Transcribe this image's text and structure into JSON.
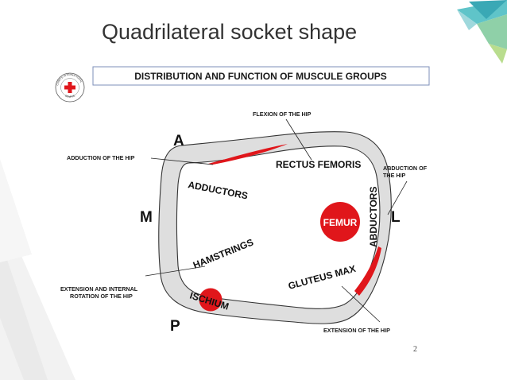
{
  "slide": {
    "title": "Quadrilateral socket  shape",
    "page_number": "2"
  },
  "diagram": {
    "banner": "DISTRIBUTION AND FUNCTION OF MUSCULE GROUPS",
    "logo": {
      "ring_top": "COMITE INTERNATIONAL",
      "ring_bottom": "GENEVE"
    },
    "orientation": {
      "anterior": "A",
      "medial": "M",
      "lateral": "L",
      "posterior": "P"
    },
    "muscles": {
      "rectus_femoris": "RECTUS FEMORIS",
      "adductors": "ADDUCTORS",
      "abductors": "ABDUCTORS",
      "hamstrings": "HAMSTRINGS",
      "gluteus_max": "GLUTEUS MAX"
    },
    "bones": {
      "femur": "FEMUR",
      "ischium": "ISCHIUM"
    },
    "functions": {
      "flexion": "FLEXION OF THE HIP",
      "adduction": "ADDUCTION OF THE HIP",
      "abduction_line1": "ABDUCTION OF",
      "abduction_line2": "THE HIP",
      "ext_internal_line1": "EXTENSION AND INTERNAL",
      "ext_internal_line2": "ROTATION OF THE HIP",
      "extension": "EXTENSION OF THE HIP"
    },
    "colors": {
      "socket_fill": "#dedede",
      "muscle_red": "#e0161b",
      "banner_border": "#7d8fb8",
      "title_gray": "#333333"
    }
  }
}
